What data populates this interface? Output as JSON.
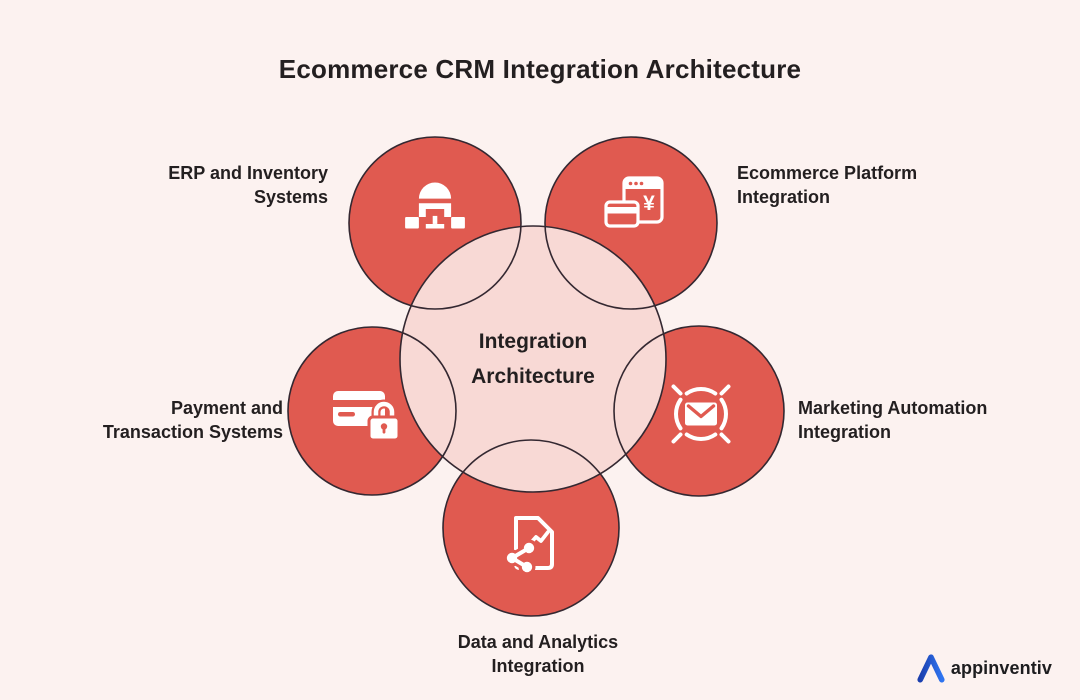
{
  "title": "Ecommerce CRM Integration Architecture",
  "center": {
    "line1": "Integration",
    "line2": "Architecture"
  },
  "satellites": [
    {
      "id": "erp",
      "icon": "sitemap-icon",
      "line1": "ERP and Inventory",
      "line2": "Systems"
    },
    {
      "id": "ecommerce",
      "icon": "browser-payment-icon",
      "line1": "Ecommerce Platform",
      "line2": "Integration"
    },
    {
      "id": "payment",
      "icon": "card-lock-icon",
      "line1": "Payment and",
      "line2": "Transaction Systems"
    },
    {
      "id": "marketing",
      "icon": "envelope-target-icon",
      "line1": "Marketing Automation",
      "line2": "Integration"
    },
    {
      "id": "data",
      "icon": "doc-analytics-icon",
      "line1": "Data and Analytics",
      "line2": "Integration"
    }
  ],
  "glyphs": {
    "yen_symbol": "¥"
  },
  "logo": {
    "text": "appinventiv"
  },
  "colors": {
    "background": "#FCF2F0",
    "red": "#E05A50",
    "pink": "#F8D9D5",
    "outline": "#342831",
    "text": "#231F20",
    "icon_white": "#FFFFFF",
    "logo_blue": "#2E74F0"
  }
}
